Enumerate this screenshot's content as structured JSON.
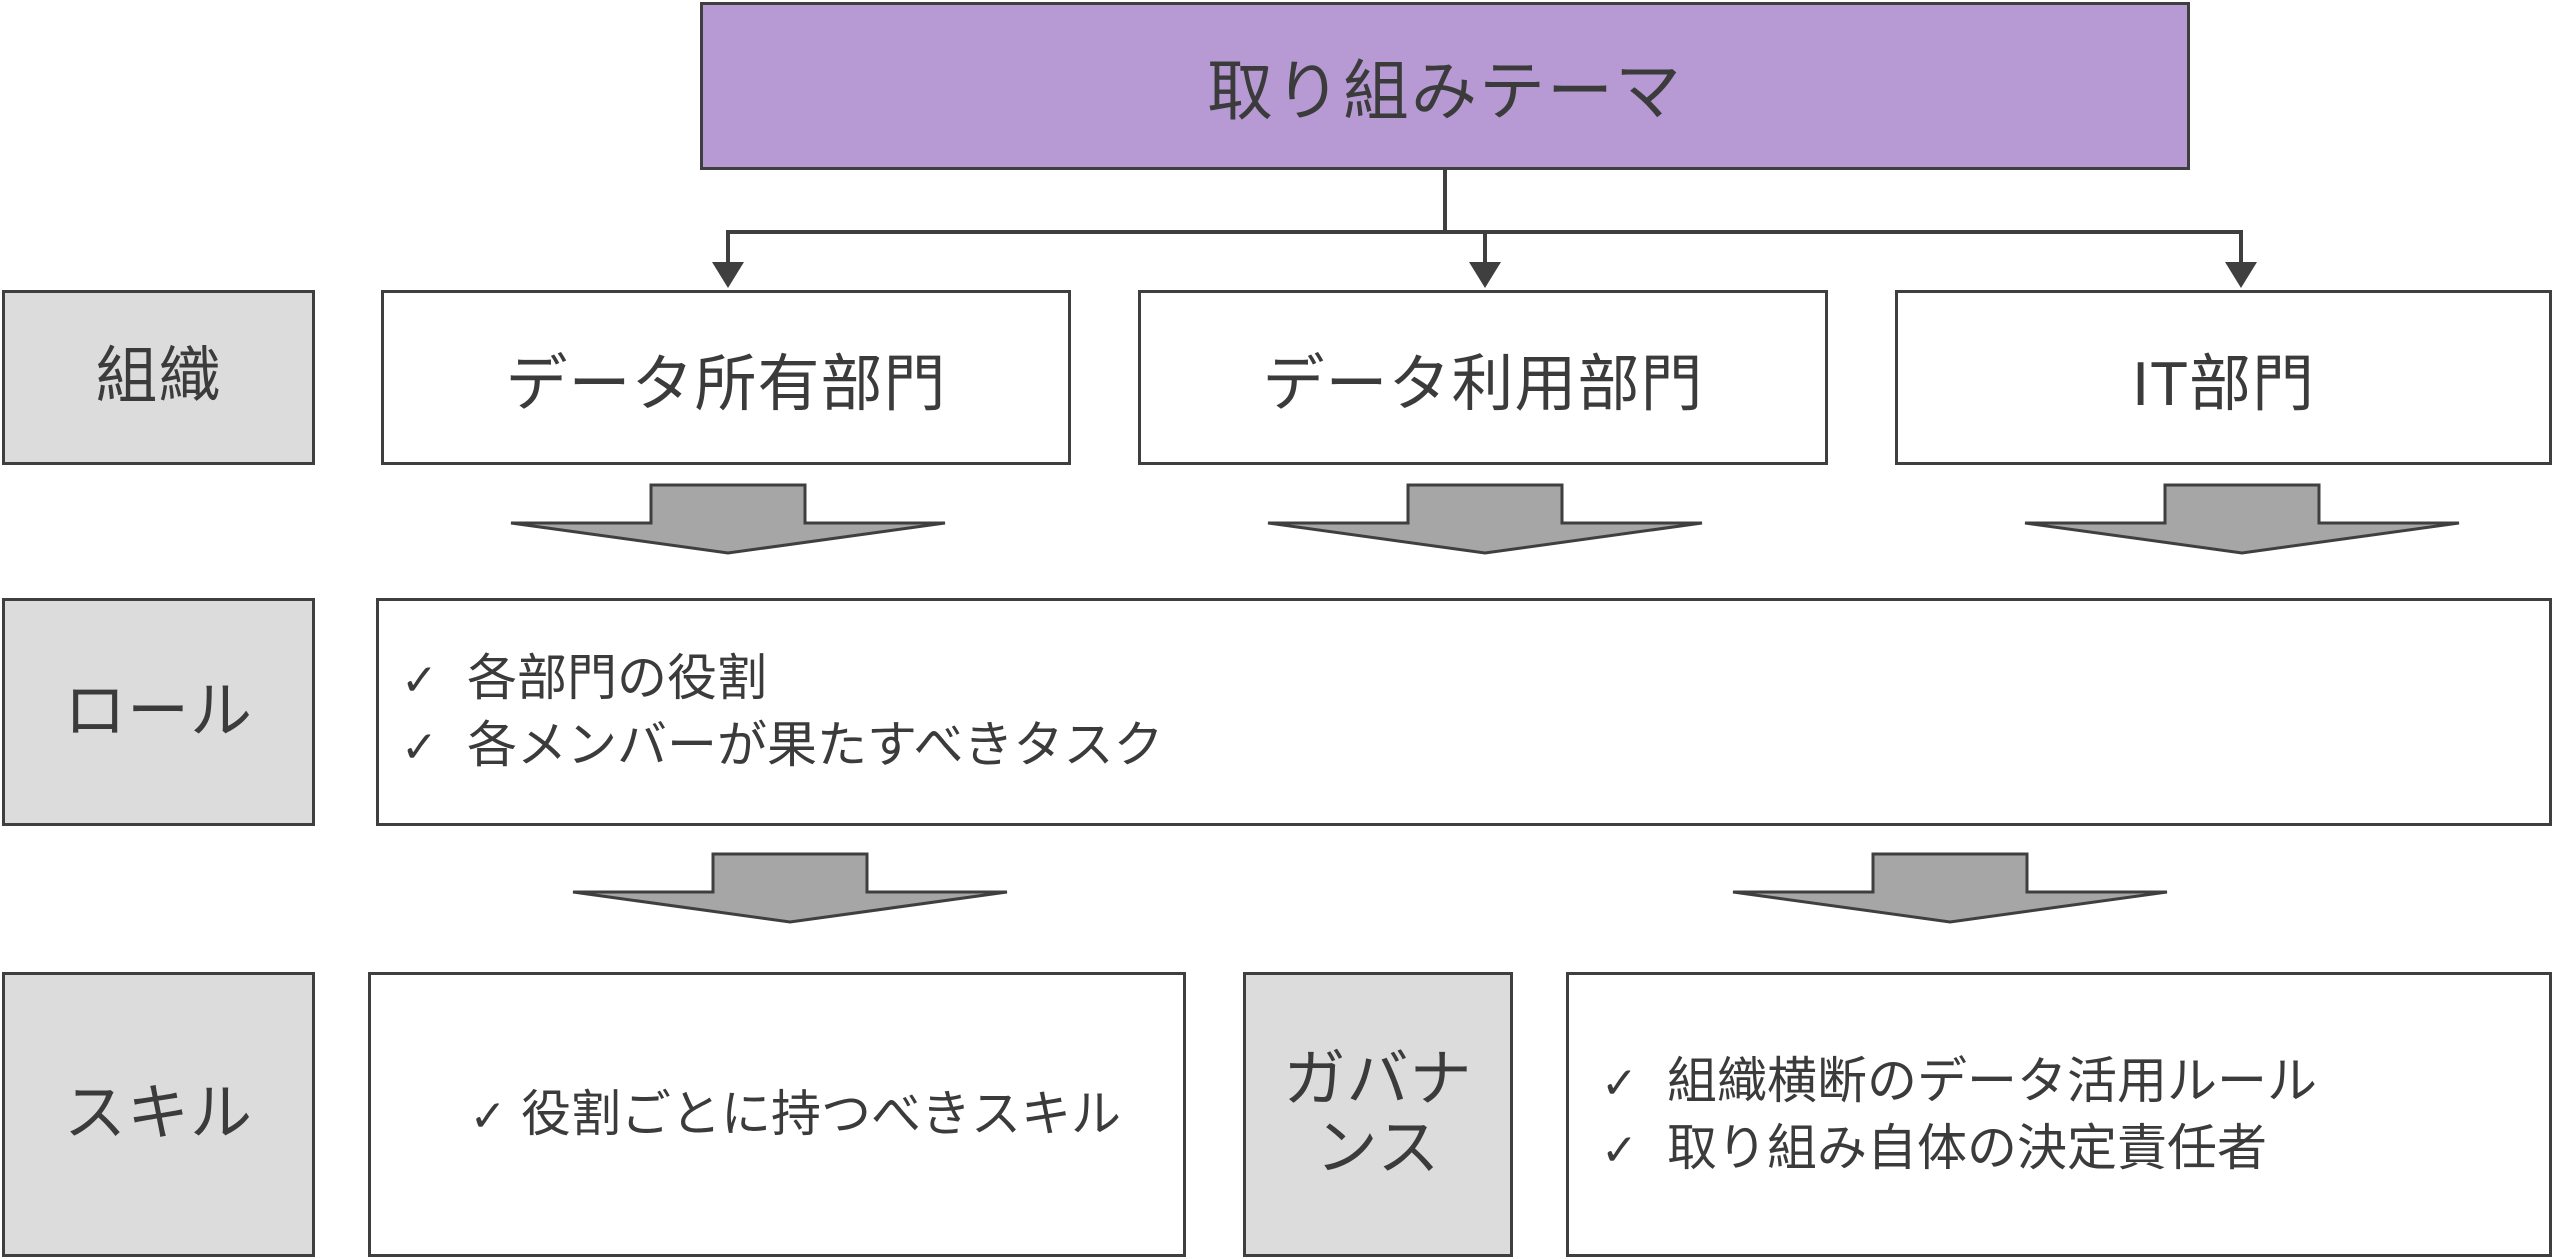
{
  "diagram": {
    "title_box": {
      "label": "取り組みテーマ",
      "color": "#b79ad3"
    },
    "rows": [
      {
        "category": "組織",
        "boxes": [
          {
            "label": "データ所有部門"
          },
          {
            "label": "データ利用部門"
          },
          {
            "label": "IT部門"
          }
        ]
      },
      {
        "category": "ロール",
        "items": [
          "各部門の役割",
          "各メンバーが果たすべきタスク"
        ]
      },
      {
        "category": "スキル",
        "items": [
          "役割ごとに持つべきスキル"
        ],
        "category2": "ガバナ\nンス",
        "category2_line1": "ガバナ",
        "category2_line2": "ンス",
        "items2": [
          "組織横断のデータ活用ルール",
          "取り組み自体の決定責任者"
        ]
      }
    ],
    "bullet_glyph": "✓",
    "colors": {
      "title_fill": "#b79ad3",
      "category_fill": "#dcdcdc",
      "box_fill": "#ffffff",
      "stroke": "#3f3f3f",
      "arrow_fill": "#a6a6a6",
      "text": "#3b3b3b"
    }
  }
}
